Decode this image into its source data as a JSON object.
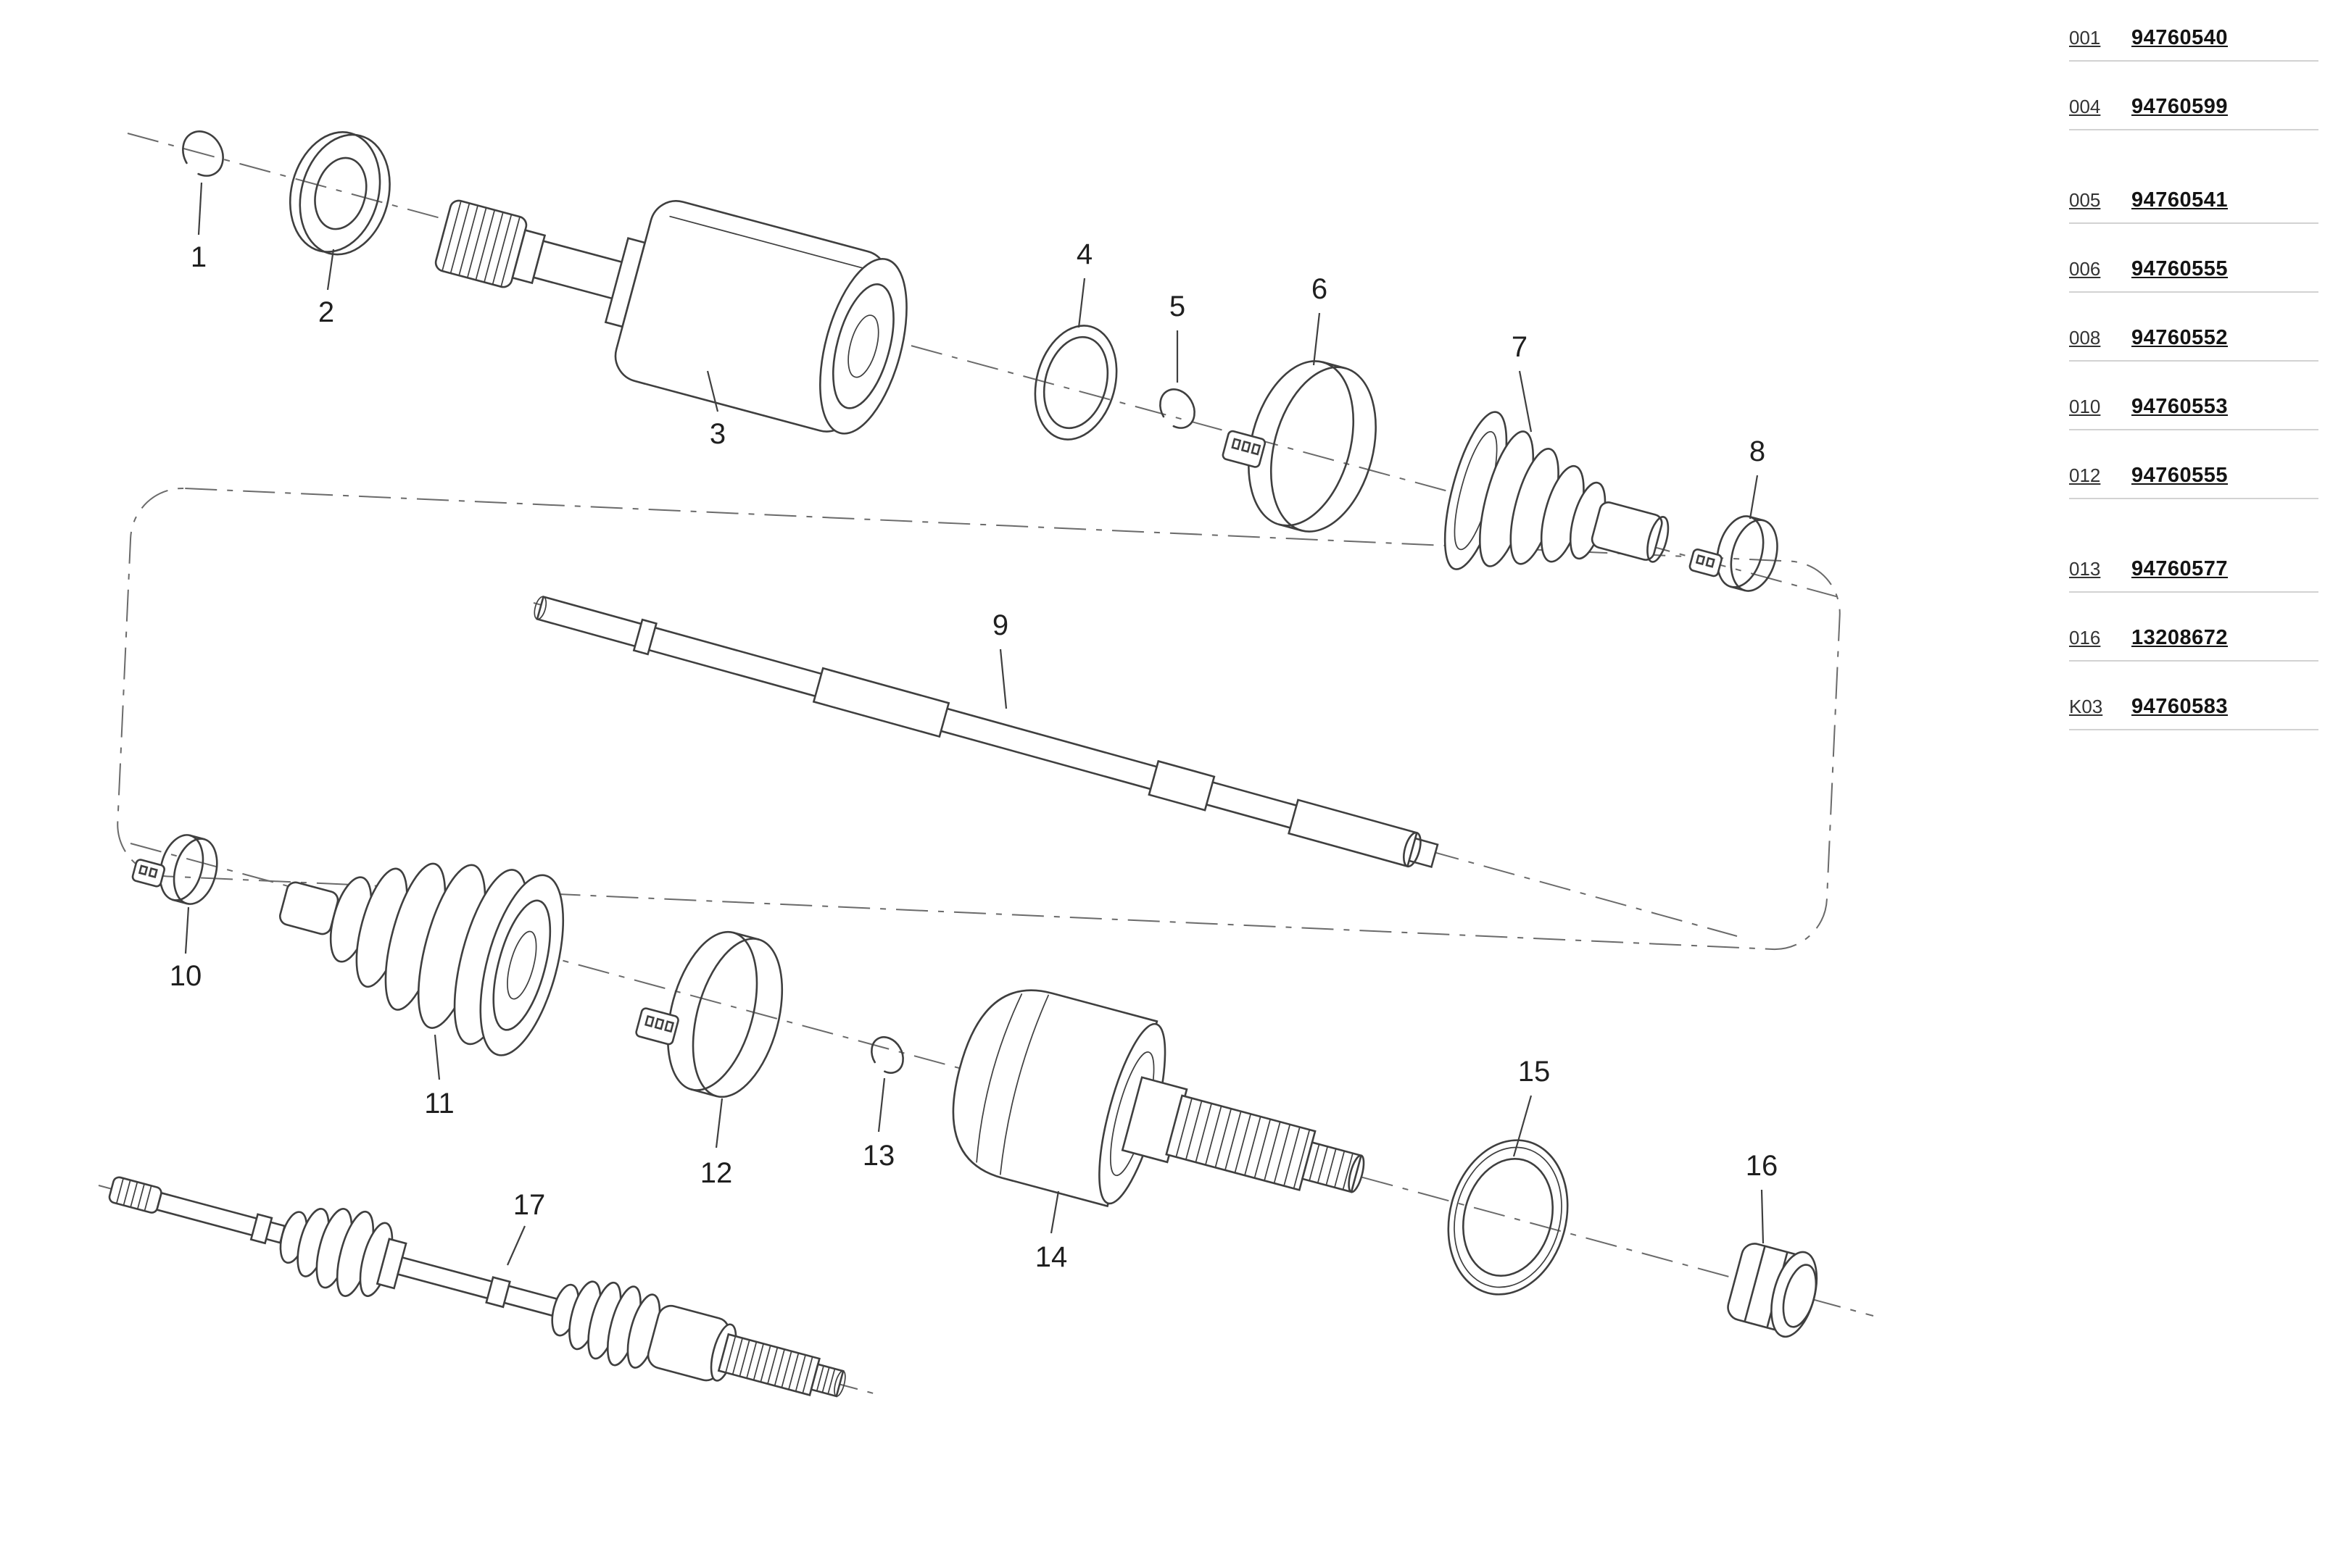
{
  "colors": {
    "background": "#ffffff",
    "line_art": "#3f3f3f",
    "centerline": "#6a6a6a",
    "link_text": "#141414",
    "code_text": "#333333",
    "separator": "#d2d2d2",
    "callout_text": "#1f1f1f"
  },
  "parts_table": {
    "rows": [
      {
        "code": "001",
        "part_number": "94760540"
      },
      {
        "code": "004",
        "part_number": "94760599"
      },
      {
        "code": "005",
        "part_number": "94760541"
      },
      {
        "code": "006",
        "part_number": "94760555"
      },
      {
        "code": "008",
        "part_number": "94760552"
      },
      {
        "code": "010",
        "part_number": "94760553"
      },
      {
        "code": "012",
        "part_number": "94760555"
      },
      {
        "code": "013",
        "part_number": "94760577"
      },
      {
        "code": "016",
        "part_number": "13208672"
      },
      {
        "code": "K03",
        "part_number": "94760583"
      }
    ]
  },
  "callouts": [
    {
      "label": "1"
    },
    {
      "label": "2"
    },
    {
      "label": "3"
    },
    {
      "label": "4"
    },
    {
      "label": "5"
    },
    {
      "label": "6"
    },
    {
      "label": "7"
    },
    {
      "label": "8"
    },
    {
      "label": "9"
    },
    {
      "label": "10"
    },
    {
      "label": "11"
    },
    {
      "label": "12"
    },
    {
      "label": "13"
    },
    {
      "label": "14"
    },
    {
      "label": "15"
    },
    {
      "label": "16"
    },
    {
      "label": "17"
    }
  ]
}
